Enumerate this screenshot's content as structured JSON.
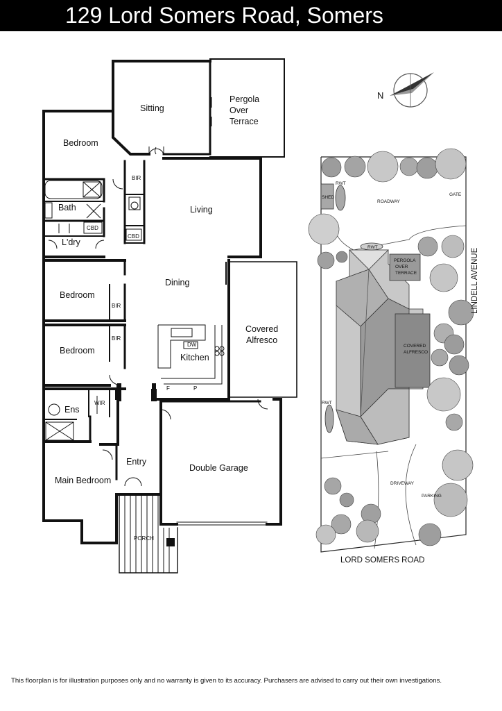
{
  "header": {
    "title": "129 Lord Somers Road, Somers"
  },
  "floorplan": {
    "rooms": {
      "sitting": "Sitting",
      "pergola": "Pergola\nOver\nTerrace",
      "bedroom_1": "Bedroom",
      "bir_1": "BIR",
      "bath": "Bath",
      "cbd_1": "CBD",
      "cbd_2": "CBD",
      "ldry": "L'dry",
      "living": "Living",
      "dining": "Dining",
      "bedroom_2": "Bedroom",
      "bir_2": "BIR",
      "bedroom_3": "Bedroom",
      "bir_3": "BIR",
      "covered_alfresco": "Covered\nAlfresco",
      "kitchen": "Kitchen",
      "dw": "DW",
      "fridge": "F",
      "pantry": "P",
      "ens": "Ens",
      "wir": "WIR",
      "entry": "Entry",
      "double_garage": "Double Garage",
      "main_bedroom": "Main Bedroom",
      "porch": "PORCH"
    }
  },
  "siteplan": {
    "street_bottom": "LORD SOMERS ROAD",
    "street_right": "LINDELL AVENUE",
    "labels": {
      "shed": "SHED",
      "rwt_top": "RWT",
      "roadway": "ROADWAY",
      "gate": "GATE",
      "rwt_mid": "RWT",
      "pergola": "PERGOLA\nOVER\nTERRACE",
      "alfresco": "COVERED\nALFRESCO",
      "rwt_left": "RWT",
      "driveway": "DRIVEWAY",
      "parking": "PARKING"
    }
  },
  "compass": {
    "north_label": "N"
  },
  "disclaimer": "This floorplan is for illustration purposes only and no warranty is given to its accuracy. Purchasers are advised to carry out their own investigations."
}
